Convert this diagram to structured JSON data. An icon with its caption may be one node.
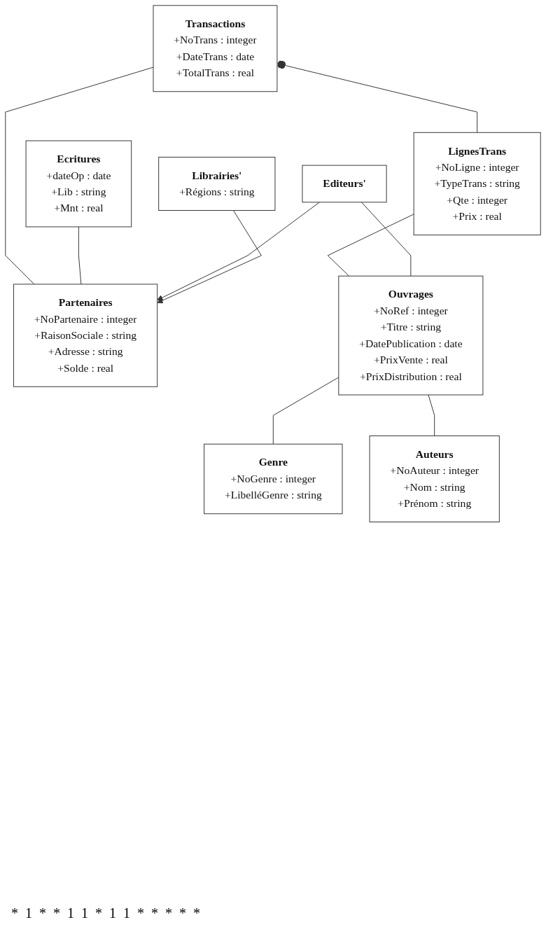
{
  "diagram": {
    "nodes": [
      {
        "text": [
          "Transactions",
          "+NoTrans : integer",
          "+DateTrans : date",
          "+TotalTrans : real"
        ]
      },
      {
        "text": [
          "Ecritures",
          "+dateOp : date",
          "+Lib : string",
          "+Mnt : real"
        ]
      },
      {
        "text": [
          "LignesTrans",
          "+NoLigne : integer",
          "+TypeTrans : string",
          "+Qte : integer",
          "+Prix : real"
        ]
      },
      {
        "text": [
          "Partenaires",
          "+NoPartenaire : integer",
          "+RaisonSociale : string",
          "+Adresse : string",
          "+Solde : real"
        ]
      },
      {
        "text": [
          "Editeurs'"
        ]
      },
      {
        "text": [
          "Librairies'",
          "+Régions : string"
        ]
      },
      {
        "text": [
          "Genre",
          "+NoGenre : integer",
          "+LibelléGenre : string"
        ]
      },
      {
        "text": [
          "Ouvrages",
          "+NoRef : integer",
          "+Titre : string",
          "+DatePublication : date",
          "+PrixVente : real",
          "+PrixDistribution : real"
        ]
      },
      {
        "text": [
          "Auteurs",
          "+NoAuteur : integer",
          "+Nom : string",
          "+Prénom : string"
        ]
      }
    ],
    "edges": [
      {
        "from": 0,
        "to": 2,
        "arrow": "other"
      },
      {
        "from": 0,
        "to": 3,
        "arrow": "none"
      },
      {
        "from": 1,
        "to": 3,
        "arrow": "none"
      },
      {
        "from": 4,
        "to": 3,
        "arrow": "to"
      },
      {
        "from": 5,
        "to": 3,
        "arrow": "to"
      },
      {
        "from": 2,
        "to": 7,
        "arrow": "none"
      },
      {
        "from": 4,
        "to": 7,
        "arrow": "none"
      },
      {
        "from": 7,
        "to": 6,
        "arrow": "none"
      },
      {
        "from": 7,
        "to": 8,
        "arrow": "none"
      }
    ],
    "labels": [
      "*",
      "1",
      "*",
      "*",
      "1",
      "1",
      "*",
      "1",
      "1",
      "*",
      "*",
      "*",
      "*",
      "*"
    ]
  }
}
